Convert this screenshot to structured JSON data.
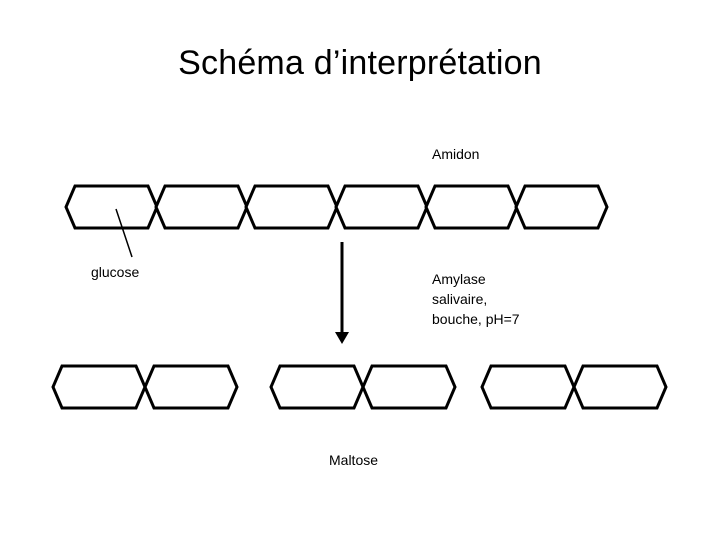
{
  "slide": {
    "title": "Schéma d’interprétation"
  },
  "labels": {
    "amidon": "Amidon",
    "glucose": "glucose",
    "amylase": "Amylase\nsalivaire,\nbouche, pH=7",
    "maltose": "Maltose"
  },
  "diagram": {
    "starch_units": 6,
    "maltose_groups": 3,
    "units_per_maltose": 2,
    "stroke_color": "#000000",
    "fill_color": "#ffffff"
  }
}
